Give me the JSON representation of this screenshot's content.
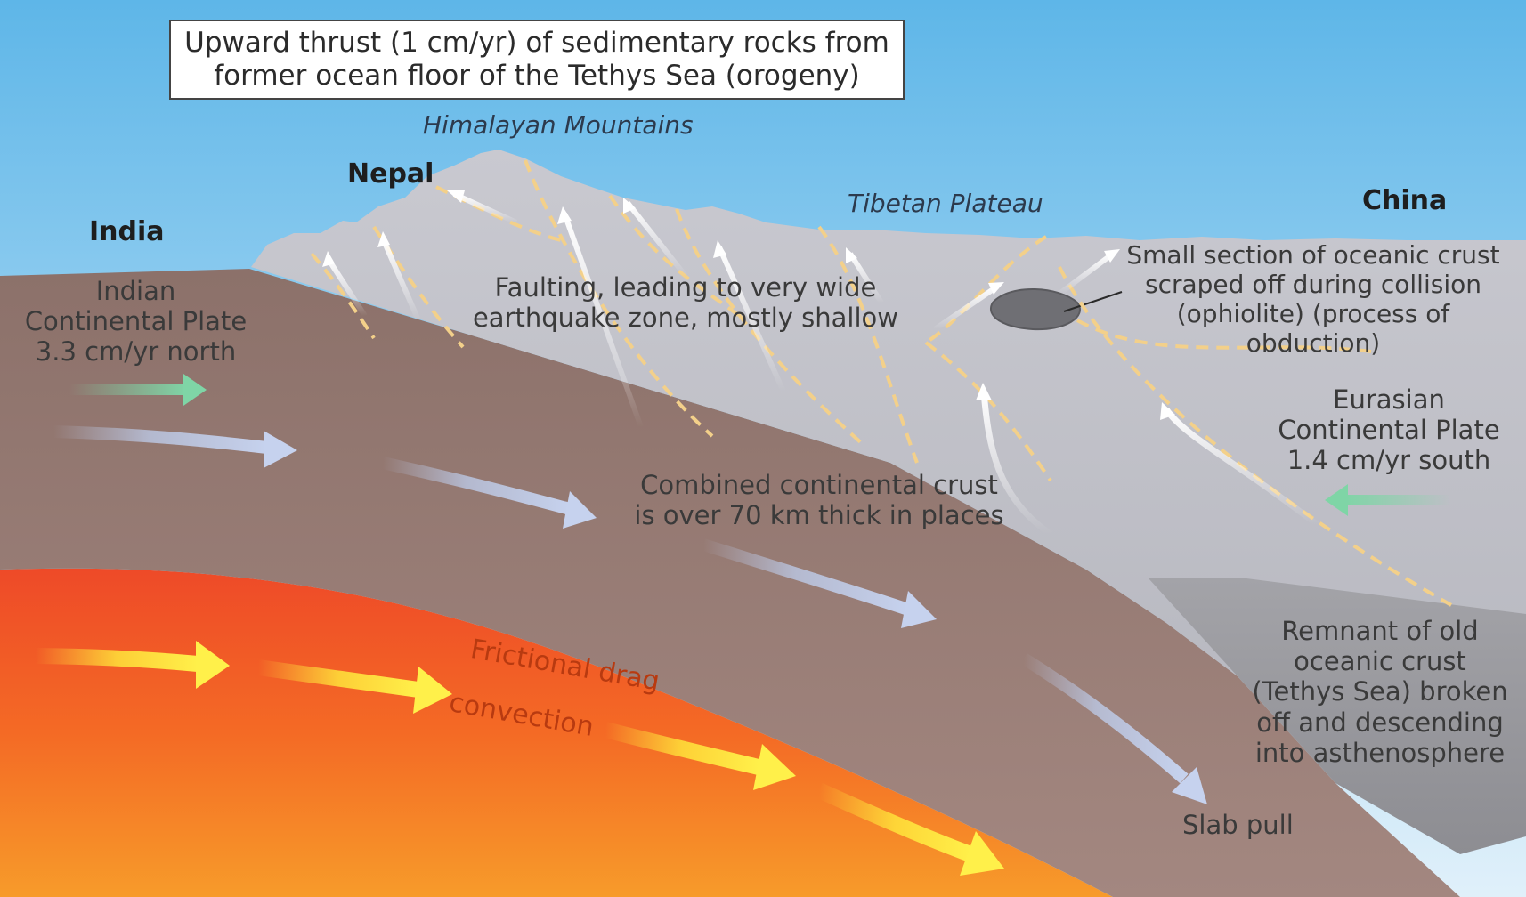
{
  "title": "Upward thrust (1 cm/yr) of sedimentary rocks from\nformer ocean floor of the Tethys Sea (orogeny)",
  "places": {
    "india": "India",
    "nepal": "Nepal",
    "china": "China",
    "himalaya": "Himalayan Mountains",
    "tibet": "Tibetan Plateau"
  },
  "labels": {
    "indian_plate": "Indian\nContinental Plate\n3.3 cm/yr north",
    "faulting": "Faulting, leading to very wide\nearthquake zone, mostly shallow",
    "ophiolite": "Small section of oceanic crust\nscraped off during collision\n(ophiolite) (process of\nobduction)",
    "eurasian_plate": "Eurasian\nContinental Plate\n1.4 cm/yr south",
    "crust": "Combined continental crust\nis over 70 km thick in places",
    "remnant": "Remnant of old\noceanic crust\n(Tethys Sea) broken\noff and descending\ninto asthenosphere",
    "slab_pull": "Slab pull",
    "friction_1": "Frictional drag",
    "friction_2": "convection"
  },
  "colors": {
    "sky_top": "#5eb6e8",
    "sky_bottom": "#dbeefa",
    "indian_plate": "#9a7d74",
    "eurasian_plate": "#c2c3ca",
    "mantle": "#f0562a",
    "faults": "#f3d08a",
    "plate_arrows": "#bcc9e6",
    "motion_arrows": "#7fd5a6",
    "convection_arrows": "#ffe33a"
  }
}
